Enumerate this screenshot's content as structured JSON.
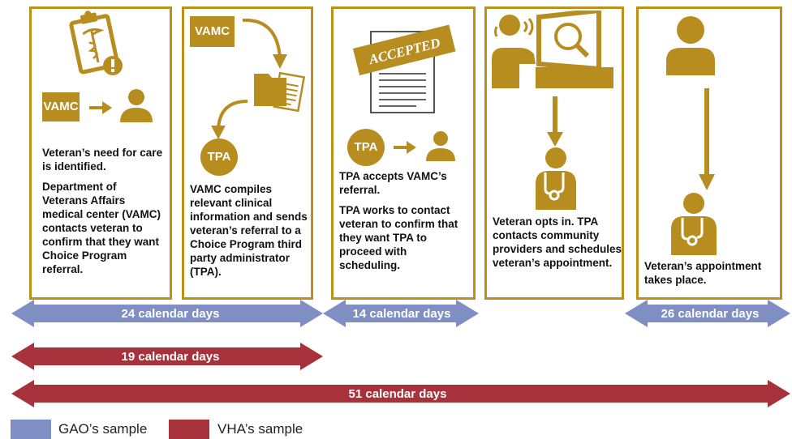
{
  "steps": [
    {
      "vamc_label": "VAMC",
      "texts": [
        "Veteran’s need for care is identified.",
        "Department of Veterans Affairs medical center (VAMC) contacts veteran to confirm that they want Choice Program referral."
      ]
    },
    {
      "vamc_label": "VAMC",
      "tpa_label": "TPA",
      "texts": [
        "VAMC compiles relevant clinical information and sends veteran’s referral to a Choice Program third party administrator (TPA)."
      ]
    },
    {
      "stamp_label": "ACCEPTED",
      "tpa_label": "TPA",
      "texts": [
        "TPA accepts VAMC’s referral.",
        "TPA works to contact veteran to confirm that they want TPA to proceed with scheduling."
      ]
    },
    {
      "texts": [
        "Veteran opts in. TPA contacts community providers and schedules veteran’s appointment."
      ]
    },
    {
      "texts": [
        "Veteran’s appointment takes place."
      ]
    }
  ],
  "durations": {
    "gao_24": "24 calendar days",
    "gao_14": "14 calendar days",
    "gao_26": "26 calendar days",
    "vha_19": "19 calendar days",
    "vha_51": "51 calendar days"
  },
  "legend": {
    "gao": "GAO’s sample",
    "vha": "VHA’s sample"
  },
  "colors": {
    "gold": "#b88d20",
    "gao_blue": "#7f8fc4",
    "vha_red": "#a8323b"
  }
}
